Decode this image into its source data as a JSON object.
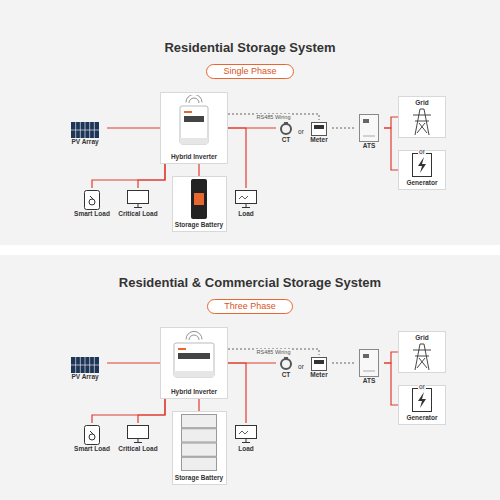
{
  "diagram": {
    "nodes": [
      {
        "text": [
          "Residential Storage System",
          "Single Phase"
        ]
      },
      {
        "text": [
          "PV Array"
        ],
        "in": 0
      },
      {
        "text": [
          "Hybrid Inverter"
        ],
        "in": 0
      },
      {
        "text": [
          "CT"
        ],
        "in": 0
      },
      {
        "text": [
          "Meter"
        ],
        "in": 0
      },
      {
        "text": [
          "ATS"
        ],
        "in": 0
      },
      {
        "text": [
          "Grid"
        ],
        "in": 0
      },
      {
        "text": [
          "Generator"
        ],
        "in": 0
      },
      {
        "text": [
          "Smart Load"
        ],
        "in": 0
      },
      {
        "text": [
          "Critical Load"
        ],
        "in": 0
      },
      {
        "text": [
          "Storage Battery"
        ],
        "in": 0
      },
      {
        "text": [
          "Load"
        ],
        "in": 0
      },
      {
        "text": [
          "Residential & Commercial Storage System",
          "Three Phase"
        ]
      },
      {
        "text": [
          "PV Array"
        ],
        "in": 12
      },
      {
        "text": [
          "Hybrid Inverter"
        ],
        "in": 12
      },
      {
        "text": [
          "CT"
        ],
        "in": 12
      },
      {
        "text": [
          "Meter"
        ],
        "in": 12
      },
      {
        "text": [
          "ATS"
        ],
        "in": 12
      },
      {
        "text": [
          "Grid"
        ],
        "in": 12
      },
      {
        "text": [
          "Generator"
        ],
        "in": 12
      },
      {
        "text": [
          "Smart Load"
        ],
        "in": 12
      },
      {
        "text": [
          "Critical Load"
        ],
        "in": 12
      },
      {
        "text": [
          "Storage Battery"
        ],
        "in": 12
      },
      {
        "text": [
          "Load"
        ],
        "in": 12
      }
    ],
    "edges": [
      {
        "from": 1,
        "to": 2,
        "arrow": "none"
      },
      {
        "from": 2,
        "to": 3,
        "arrow": "none"
      },
      {
        "from": 2,
        "to": 4,
        "label": "RS485 Wiring",
        "arrow": "none"
      },
      {
        "from": 4,
        "to": 5,
        "arrow": "none"
      },
      {
        "from": 5,
        "to": 6,
        "arrow": "none"
      },
      {
        "from": 5,
        "to": 7,
        "arrow": "none"
      },
      {
        "from": 2,
        "to": 8,
        "arrow": "none"
      },
      {
        "from": 2,
        "to": 9,
        "arrow": "none"
      },
      {
        "from": 2,
        "to": 10,
        "arrow": "none"
      },
      {
        "from": 2,
        "to": 11,
        "arrow": "none"
      },
      {
        "from": 13,
        "to": 14,
        "arrow": "none"
      },
      {
        "from": 14,
        "to": 15,
        "arrow": "none"
      },
      {
        "from": 14,
        "to": 16,
        "label": "RS485 Wiring",
        "arrow": "none"
      },
      {
        "from": 16,
        "to": 17,
        "arrow": "none"
      },
      {
        "from": 17,
        "to": 18,
        "arrow": "none"
      },
      {
        "from": 17,
        "to": 19,
        "arrow": "none"
      },
      {
        "from": 14,
        "to": 20,
        "arrow": "none"
      },
      {
        "from": 14,
        "to": 21,
        "arrow": "none"
      },
      {
        "from": 14,
        "to": 22,
        "arrow": "none"
      },
      {
        "from": 14,
        "to": 23,
        "arrow": "none"
      }
    ],
    "labels": [
      "or",
      "or",
      "or",
      "or"
    ]
  }
}
